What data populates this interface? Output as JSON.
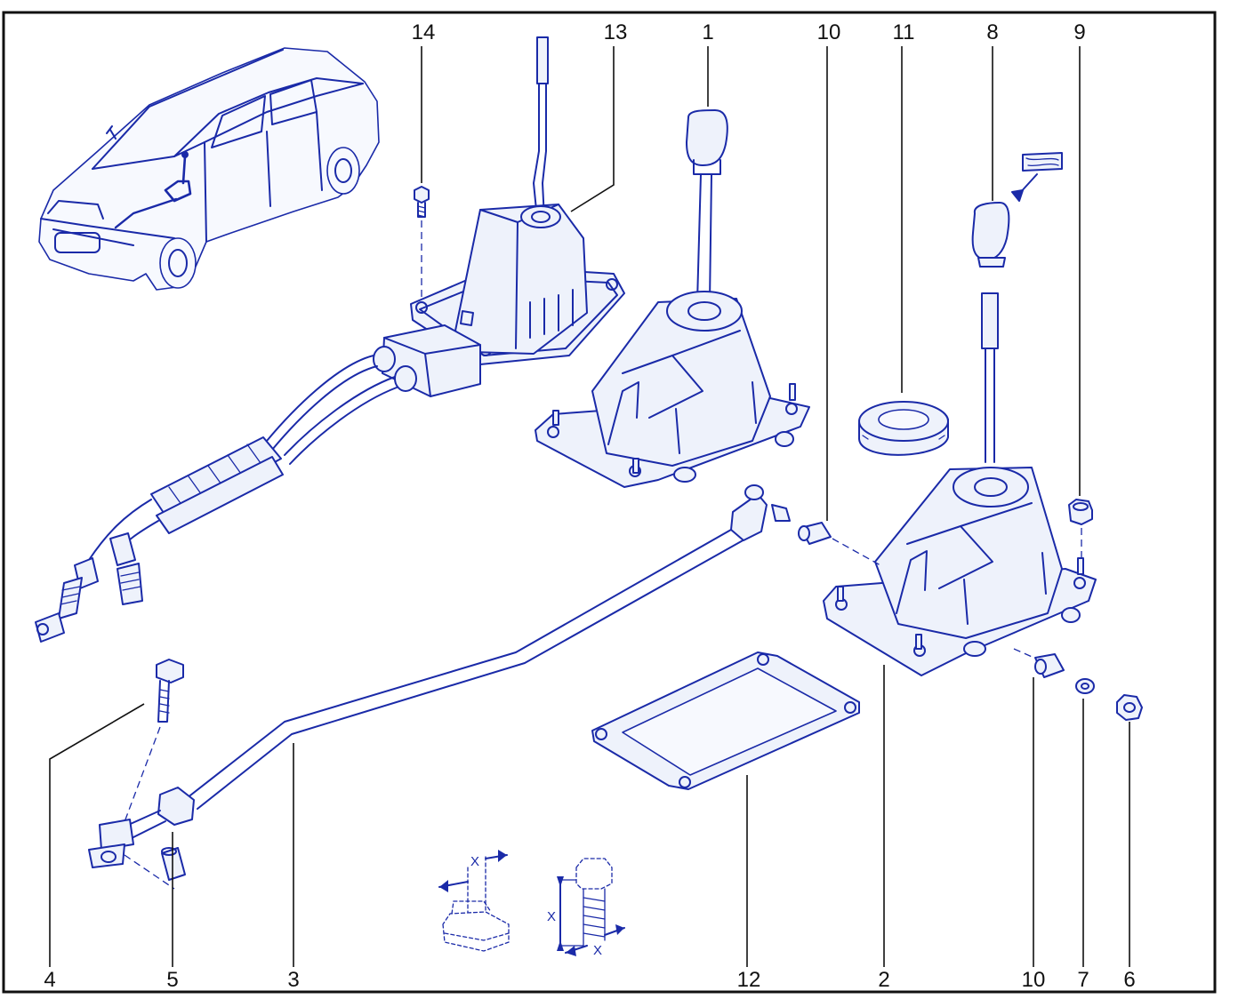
{
  "callouts": {
    "c14": "14",
    "c13": "13",
    "c1": "1",
    "c10_top": "10",
    "c11": "11",
    "c8": "8",
    "c9": "9",
    "c4": "4",
    "c5": "5",
    "c3": "3",
    "c12": "12",
    "c2": "2",
    "c10_bottom": "10",
    "c7": "7",
    "c6": "6"
  },
  "dimension_marks": {
    "nut_x": "X",
    "bolt_x_side": "X",
    "bolt_x_bottom": "X"
  },
  "colors": {
    "line_art": "#1a2aa8",
    "part_fill": "#eef2fb",
    "frame": "#111111"
  }
}
